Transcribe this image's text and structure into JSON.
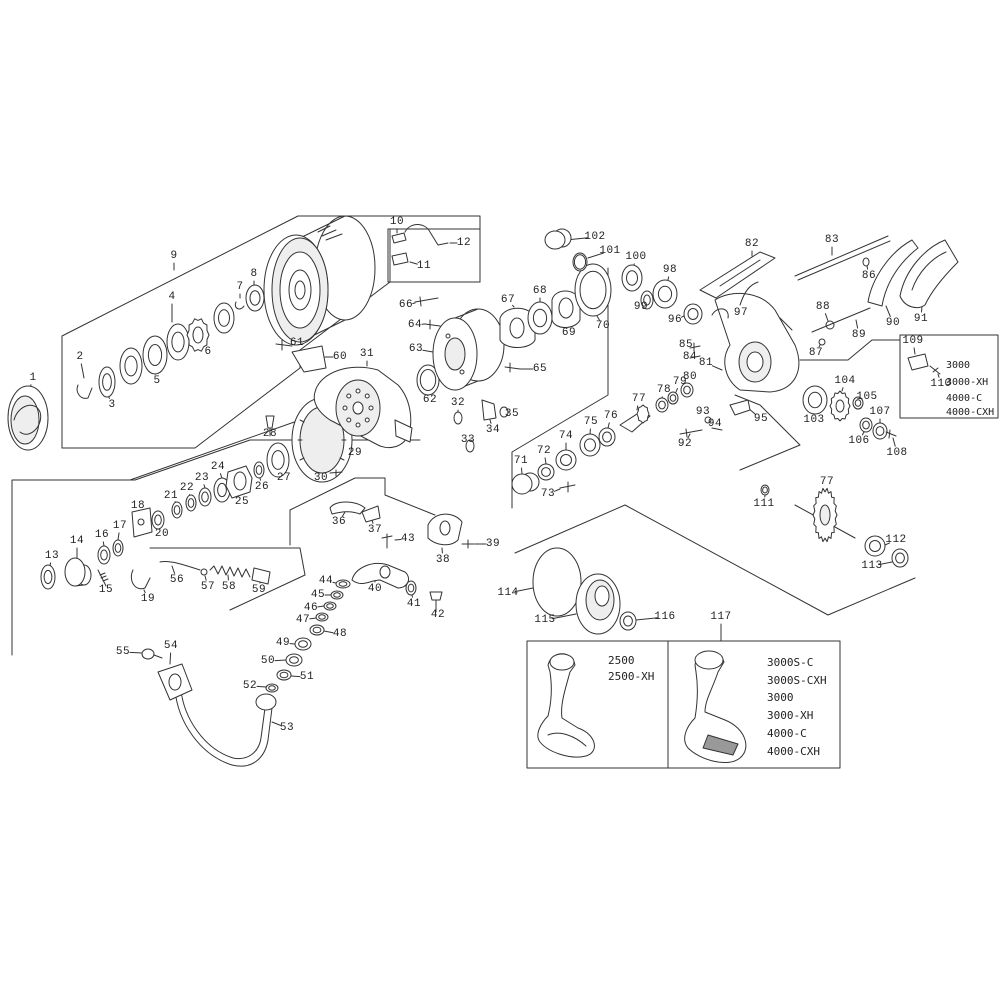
{
  "diagram": {
    "background": "#ffffff",
    "line_color": "#333333"
  },
  "part_numbers": [
    "1",
    "2",
    "3",
    "4",
    "5",
    "6",
    "7",
    "8",
    "9",
    "10",
    "11",
    "12",
    "13",
    "14",
    "15",
    "16",
    "17",
    "18",
    "19",
    "20",
    "21",
    "22",
    "23",
    "24",
    "25",
    "26",
    "27",
    "28",
    "29",
    "30",
    "31",
    "32",
    "33",
    "34",
    "35",
    "36",
    "37",
    "38",
    "39",
    "40",
    "41",
    "42",
    "43",
    "44",
    "45",
    "46",
    "47",
    "48",
    "49",
    "50",
    "51",
    "52",
    "53",
    "54",
    "55",
    "56",
    "57",
    "58",
    "59",
    "60",
    "61",
    "62",
    "63",
    "64",
    "65",
    "66",
    "67",
    "68",
    "69",
    "70",
    "71",
    "72",
    "73",
    "74",
    "75",
    "76",
    "77",
    "78",
    "79",
    "80",
    "81",
    "82",
    "83",
    "84",
    "85",
    "86",
    "87",
    "88",
    "89",
    "90",
    "91",
    "92",
    "93",
    "94",
    "95",
    "96",
    "97",
    "98",
    "99",
    "100",
    "101",
    "102",
    "103",
    "104",
    "105",
    "106",
    "107",
    "108",
    "109",
    "110",
    "111",
    "112",
    "113",
    "114",
    "115",
    "116",
    "117"
  ],
  "model_box": {
    "lines": [
      "3000",
      "3000-XH",
      "4000-C",
      "4000-CXH"
    ]
  },
  "handle_box": {
    "left": [
      "2500",
      "2500-XH"
    ],
    "right": [
      "3000S-C",
      "3000S-CXH",
      "3000",
      "3000-XH",
      "4000-C",
      "4000-CXH"
    ]
  }
}
